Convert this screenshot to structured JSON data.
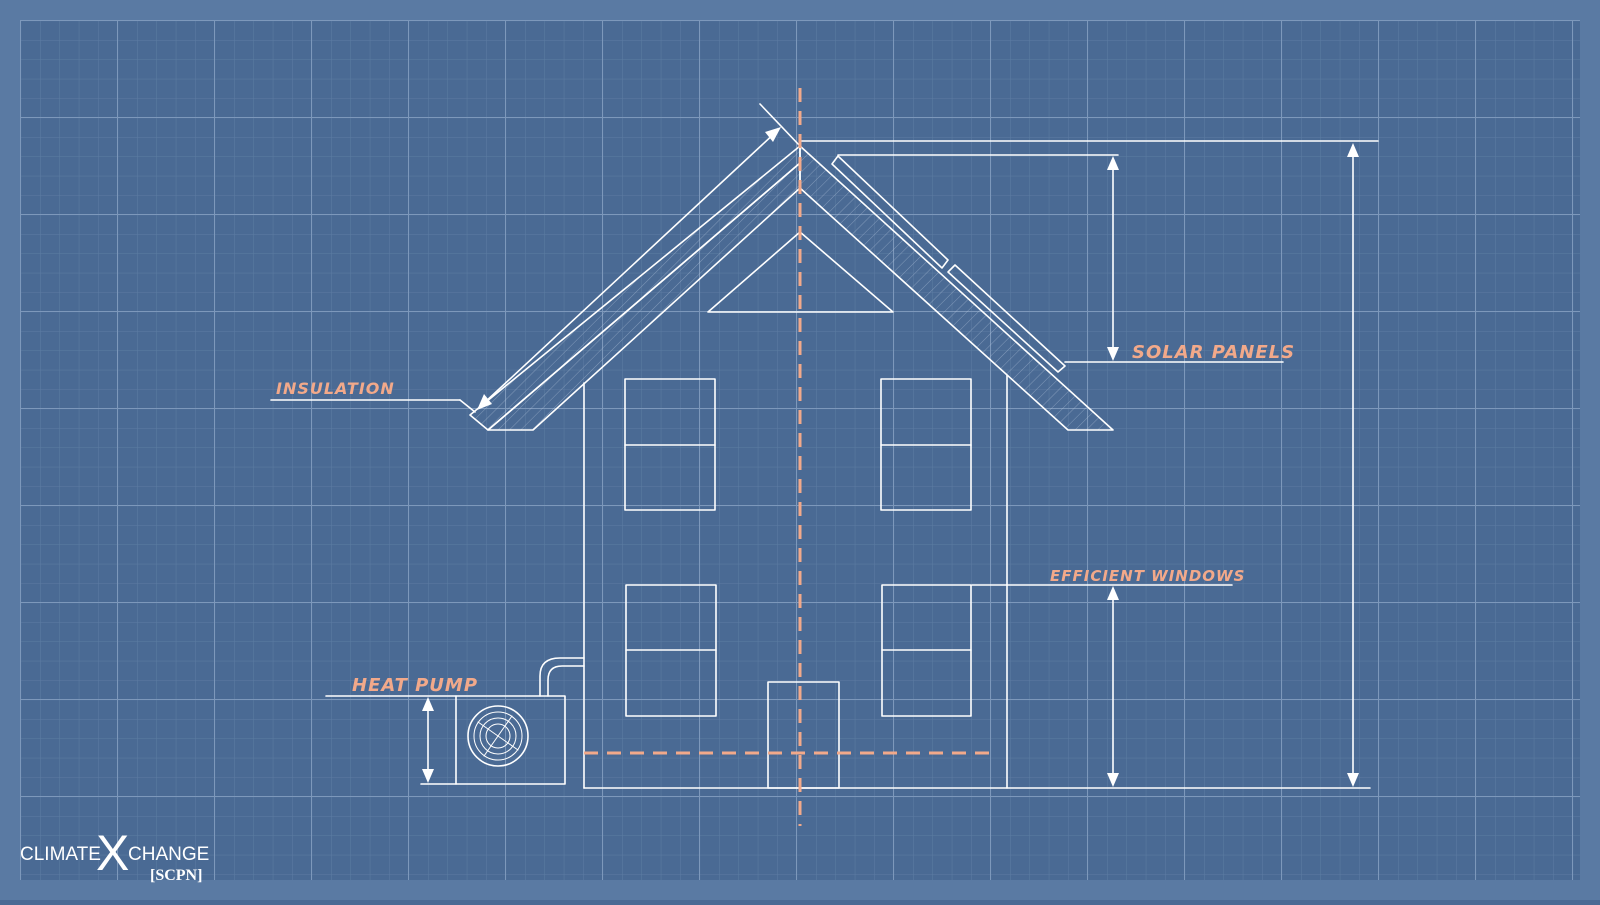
{
  "labels": {
    "insulation": "INSULATION",
    "solar_panels": "SOLAR PANELS",
    "efficient_windows": "EFFICIENT WINDOWS",
    "heat_pump": "HEAT PUMP"
  },
  "logo": {
    "left_word": "CLIMATE",
    "center_letter": "X",
    "right_word": "CHANGE",
    "tag": "[SCPN]"
  },
  "colors": {
    "background": "#4a6a94",
    "frame": "#5a7aa3",
    "grid_major": "#7d98bb",
    "grid_minor": "#5d7ca3",
    "line": "#ffffff",
    "accent": "#f2a98a"
  }
}
